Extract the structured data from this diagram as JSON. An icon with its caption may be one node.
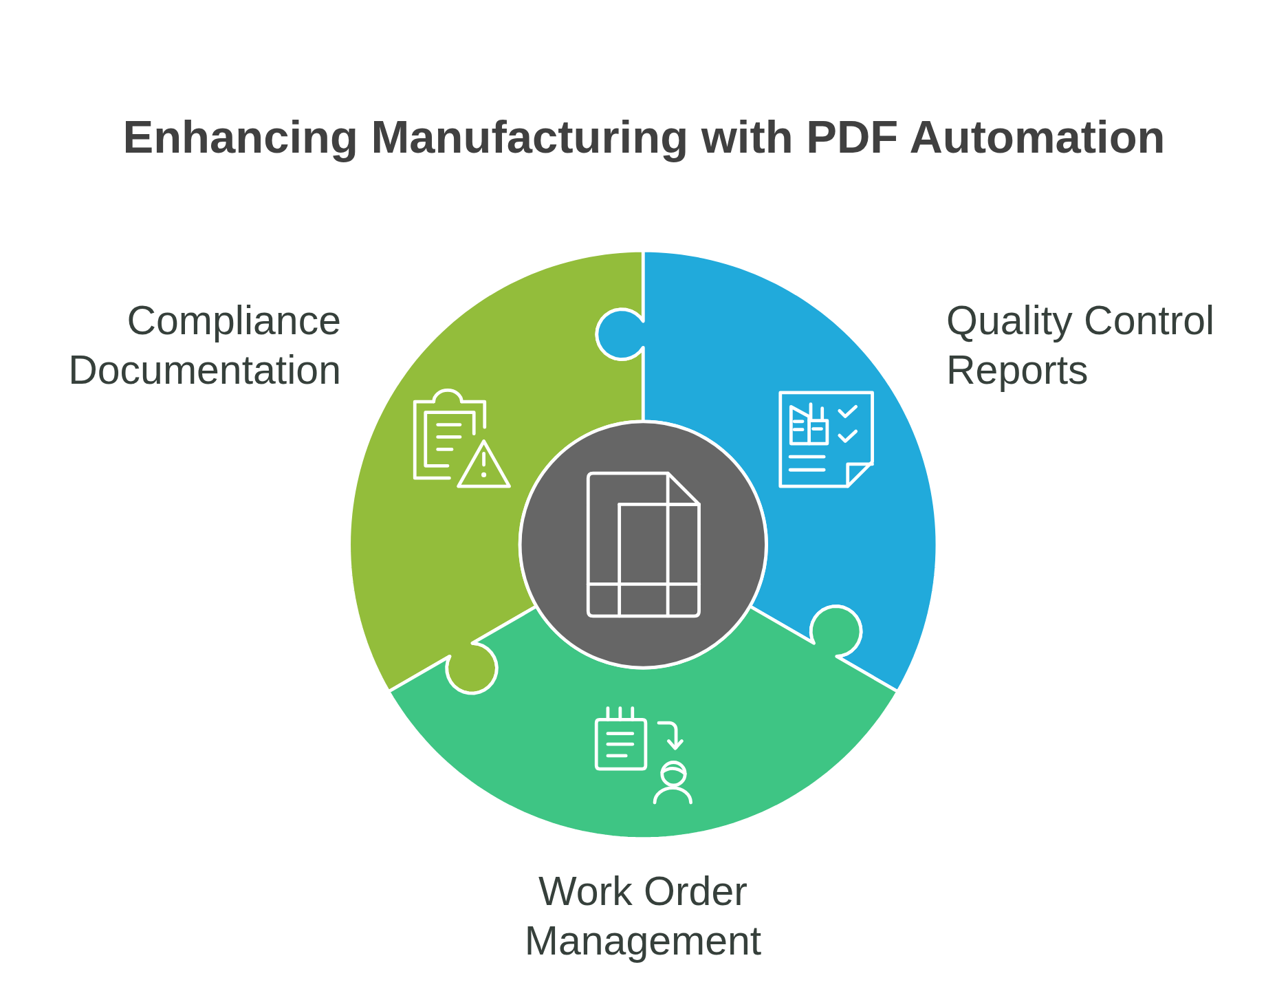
{
  "diagram": {
    "title": "Enhancing Manufacturing with PDF Automation",
    "labels": [
      "Compliance Documentation",
      "Quality Control Reports",
      "Work Order Management"
    ]
  }
}
